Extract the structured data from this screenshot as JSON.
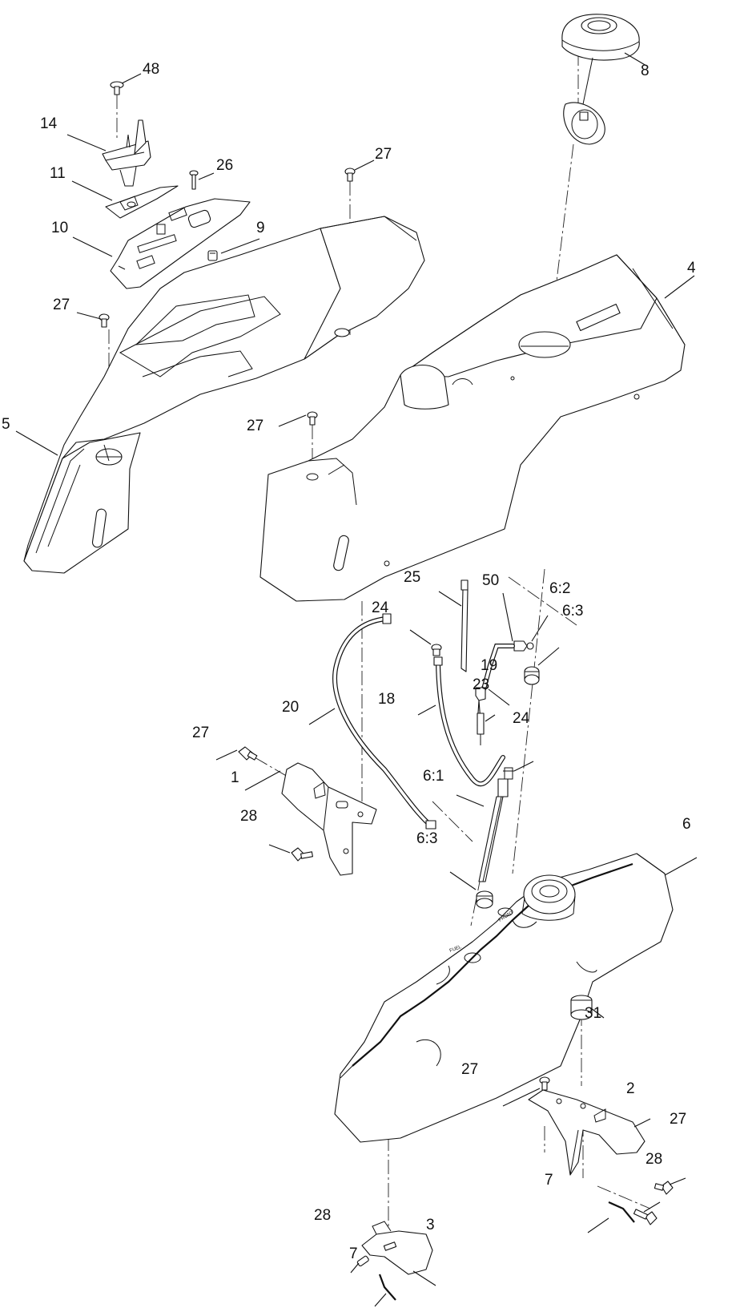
{
  "callouts": [
    {
      "id": "c48",
      "label": "48"
    },
    {
      "id": "c14",
      "label": "14"
    },
    {
      "id": "c11",
      "label": "11"
    },
    {
      "id": "c26",
      "label": "26"
    },
    {
      "id": "c27a",
      "label": "27"
    },
    {
      "id": "c10",
      "label": "10"
    },
    {
      "id": "c9",
      "label": "9"
    },
    {
      "id": "c8",
      "label": "8"
    },
    {
      "id": "c4",
      "label": "4"
    },
    {
      "id": "c27b",
      "label": "27"
    },
    {
      "id": "c5",
      "label": "5"
    },
    {
      "id": "c27c",
      "label": "27"
    },
    {
      "id": "c25",
      "label": "25"
    },
    {
      "id": "c50",
      "label": "50"
    },
    {
      "id": "c6_2",
      "label": "6:2"
    },
    {
      "id": "c6_3a",
      "label": "6:3"
    },
    {
      "id": "c24a",
      "label": "24"
    },
    {
      "id": "c19",
      "label": "19"
    },
    {
      "id": "c23",
      "label": "23"
    },
    {
      "id": "c18",
      "label": "18"
    },
    {
      "id": "c20",
      "label": "20"
    },
    {
      "id": "c24b",
      "label": "24"
    },
    {
      "id": "c27d",
      "label": "27"
    },
    {
      "id": "c1",
      "label": "1"
    },
    {
      "id": "c6_1",
      "label": "6:1"
    },
    {
      "id": "c28a",
      "label": "28"
    },
    {
      "id": "c6_3b",
      "label": "6:3"
    },
    {
      "id": "c6",
      "label": "6"
    },
    {
      "id": "c31",
      "label": "31"
    },
    {
      "id": "c27e",
      "label": "27"
    },
    {
      "id": "c2",
      "label": "2"
    },
    {
      "id": "c27f",
      "label": "27"
    },
    {
      "id": "c28b",
      "label": "28"
    },
    {
      "id": "c7a",
      "label": "7"
    },
    {
      "id": "c28c",
      "label": "28"
    },
    {
      "id": "c3",
      "label": "3"
    },
    {
      "id": "c7b",
      "label": "7"
    }
  ],
  "tank_markings": {
    "fuel": "FUEL",
    "front": "FRONT"
  }
}
